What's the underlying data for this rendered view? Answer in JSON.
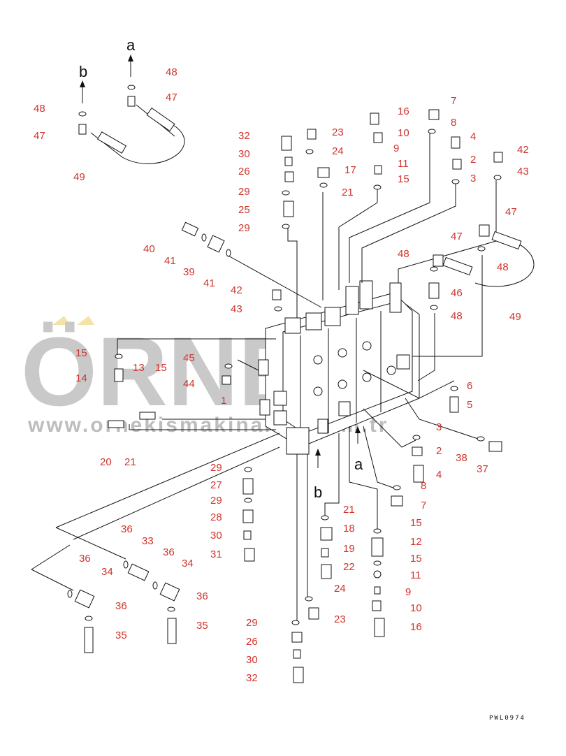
{
  "watermark": {
    "brand": "ÖRNEK",
    "url": "www.ornekismakinalari.com.tr"
  },
  "drawing_code": "PWL0974",
  "arrow_labels": {
    "a_top": "a",
    "b_top": "b",
    "a_bottom": "a",
    "b_bottom": "b"
  },
  "callouts": [
    {
      "n": "48"
    },
    {
      "n": "47"
    },
    {
      "n": "48"
    },
    {
      "n": "47"
    },
    {
      "n": "49"
    },
    {
      "n": "16"
    },
    {
      "n": "7"
    },
    {
      "n": "8"
    },
    {
      "n": "10"
    },
    {
      "n": "9"
    },
    {
      "n": "4"
    },
    {
      "n": "2"
    },
    {
      "n": "42"
    },
    {
      "n": "32"
    },
    {
      "n": "23"
    },
    {
      "n": "30"
    },
    {
      "n": "24"
    },
    {
      "n": "26"
    },
    {
      "n": "17"
    },
    {
      "n": "11"
    },
    {
      "n": "15"
    },
    {
      "n": "3"
    },
    {
      "n": "43"
    },
    {
      "n": "29"
    },
    {
      "n": "21"
    },
    {
      "n": "25"
    },
    {
      "n": "29"
    },
    {
      "n": "40"
    },
    {
      "n": "41"
    },
    {
      "n": "39"
    },
    {
      "n": "41"
    },
    {
      "n": "47"
    },
    {
      "n": "47"
    },
    {
      "n": "48"
    },
    {
      "n": "48"
    },
    {
      "n": "46"
    },
    {
      "n": "48"
    },
    {
      "n": "49"
    },
    {
      "n": "42"
    },
    {
      "n": "43"
    },
    {
      "n": "15"
    },
    {
      "n": "14"
    },
    {
      "n": "45"
    },
    {
      "n": "13"
    },
    {
      "n": "15"
    },
    {
      "n": "44"
    },
    {
      "n": "1"
    },
    {
      "n": "6"
    },
    {
      "n": "5"
    },
    {
      "n": "3"
    },
    {
      "n": "2"
    },
    {
      "n": "38"
    },
    {
      "n": "37"
    },
    {
      "n": "4"
    },
    {
      "n": "8"
    },
    {
      "n": "20"
    },
    {
      "n": "21"
    },
    {
      "n": "29"
    },
    {
      "n": "27"
    },
    {
      "n": "29"
    },
    {
      "n": "28"
    },
    {
      "n": "30"
    },
    {
      "n": "31"
    },
    {
      "n": "7"
    },
    {
      "n": "21"
    },
    {
      "n": "15"
    },
    {
      "n": "18"
    },
    {
      "n": "12"
    },
    {
      "n": "19"
    },
    {
      "n": "15"
    },
    {
      "n": "22"
    },
    {
      "n": "11"
    },
    {
      "n": "36"
    },
    {
      "n": "33"
    },
    {
      "n": "36"
    },
    {
      "n": "36"
    },
    {
      "n": "34"
    },
    {
      "n": "34"
    },
    {
      "n": "36"
    },
    {
      "n": "36"
    },
    {
      "n": "35"
    },
    {
      "n": "35"
    },
    {
      "n": "24"
    },
    {
      "n": "9"
    },
    {
      "n": "10"
    },
    {
      "n": "23"
    },
    {
      "n": "16"
    },
    {
      "n": "29"
    },
    {
      "n": "26"
    },
    {
      "n": "30"
    },
    {
      "n": "32"
    }
  ],
  "colors": {
    "callout": "#d0342c",
    "line": "#111111",
    "watermark": "#c9c9c9",
    "watermark_accent": "#f3e3a6"
  }
}
